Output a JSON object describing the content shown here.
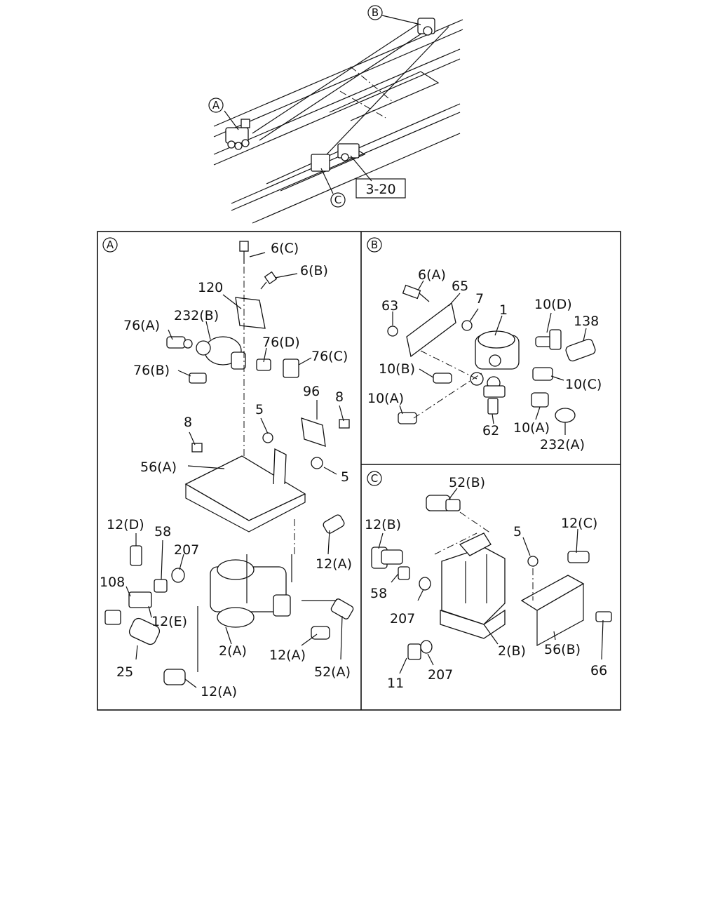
{
  "overview": {
    "callout_a": "A",
    "callout_b": "B",
    "callout_c": "C",
    "ref_box": "3-20"
  },
  "panel_a": {
    "title": "A",
    "labels": [
      "6(C)",
      "6(B)",
      "120",
      "232(B)",
      "76(A)",
      "76(D)",
      "76(C)",
      "76(B)",
      "96",
      "8",
      "5",
      "8",
      "56(A)",
      "5",
      "12(D)",
      "58",
      "207",
      "12(A)",
      "108",
      "12(E)",
      "25",
      "2(A)",
      "12(A)",
      "52(A)",
      "12(A)"
    ]
  },
  "panel_b": {
    "title": "B",
    "labels": [
      "6(A)",
      "65",
      "63",
      "7",
      "1",
      "10(D)",
      "138",
      "10(B)",
      "10(C)",
      "10(A)",
      "62",
      "10(A)",
      "232(A)"
    ]
  },
  "panel_c": {
    "title": "C",
    "labels": [
      "52(B)",
      "12(B)",
      "5",
      "12(C)",
      "58",
      "207",
      "2(B)",
      "56(B)",
      "11",
      "207",
      "66"
    ]
  }
}
